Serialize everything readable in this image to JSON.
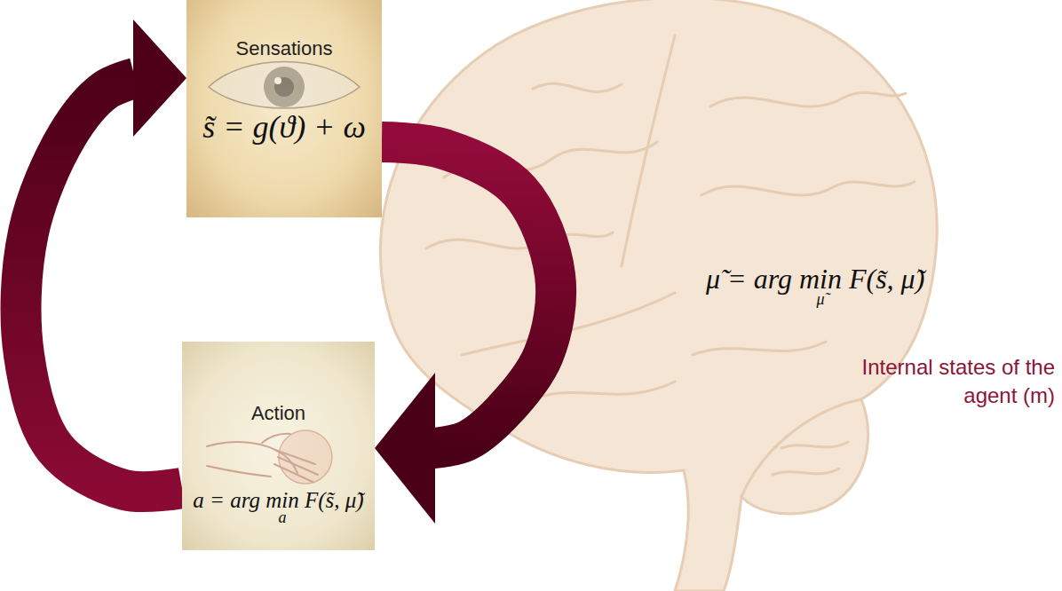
{
  "diagram": {
    "nodes": [
      {
        "text": [
          "Sensations",
          "s̃ = g(ϑ) + ω"
        ]
      },
      {
        "text": [
          "Action",
          "a = arg min F(s̃, μ̃)",
          "a"
        ]
      }
    ],
    "edges": [
      {
        "from": 0,
        "to": 1,
        "arrow": "to",
        "label": "μ̃ = arg min F(s̃, μ̃)"
      },
      {
        "from": 1,
        "to": 0,
        "arrow": "to"
      }
    ],
    "labels": [
      "μ̃",
      "Internal states of the agent (m)"
    ]
  }
}
